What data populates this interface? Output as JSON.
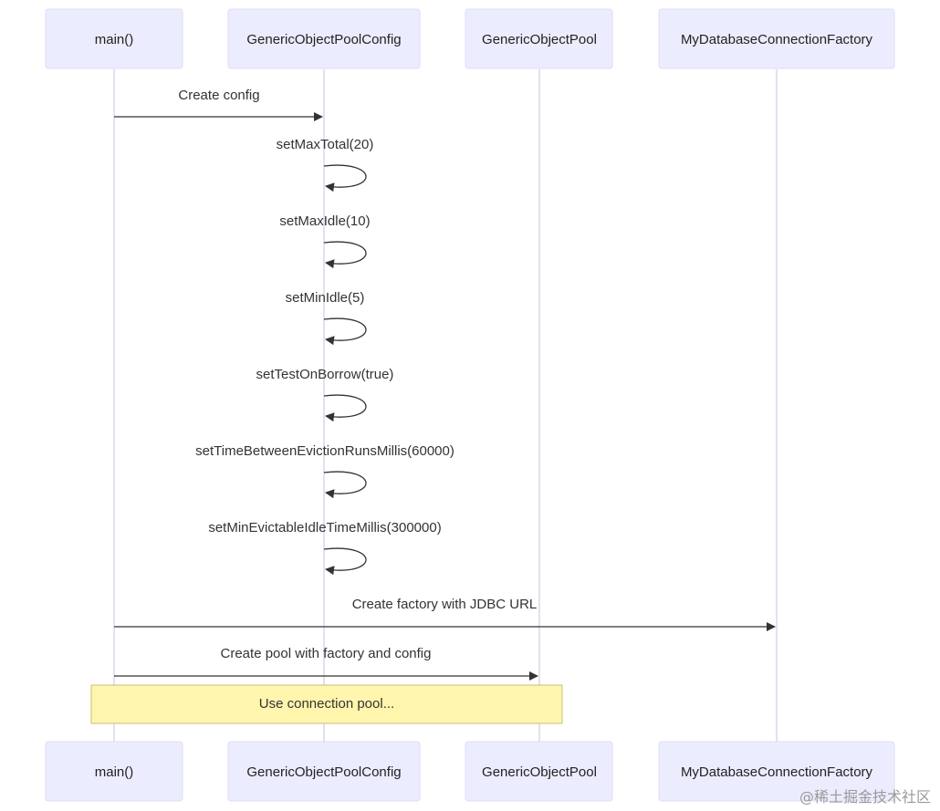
{
  "actors": [
    {
      "id": "main",
      "label": "main()"
    },
    {
      "id": "config",
      "label": "GenericObjectPoolConfig"
    },
    {
      "id": "pool",
      "label": "GenericObjectPool"
    },
    {
      "id": "factory",
      "label": "MyDatabaseConnectionFactory"
    }
  ],
  "messages": [
    {
      "from": "main",
      "to": "config",
      "label": "Create config"
    },
    {
      "from": "config",
      "to": "config",
      "label": "setMaxTotal(20)"
    },
    {
      "from": "config",
      "to": "config",
      "label": "setMaxIdle(10)"
    },
    {
      "from": "config",
      "to": "config",
      "label": "setMinIdle(5)"
    },
    {
      "from": "config",
      "to": "config",
      "label": "setTestOnBorrow(true)"
    },
    {
      "from": "config",
      "to": "config",
      "label": "setTimeBetweenEvictionRunsMillis(60000)"
    },
    {
      "from": "config",
      "to": "config",
      "label": "setMinEvictableIdleTimeMillis(300000)"
    },
    {
      "from": "main",
      "to": "factory",
      "label": "Create factory with JDBC URL"
    },
    {
      "from": "main",
      "to": "pool",
      "label": "Create pool with factory and config"
    }
  ],
  "note": {
    "over": [
      "main",
      "pool"
    ],
    "label": "Use connection pool..."
  },
  "watermark": "@稀土掘金技术社区"
}
